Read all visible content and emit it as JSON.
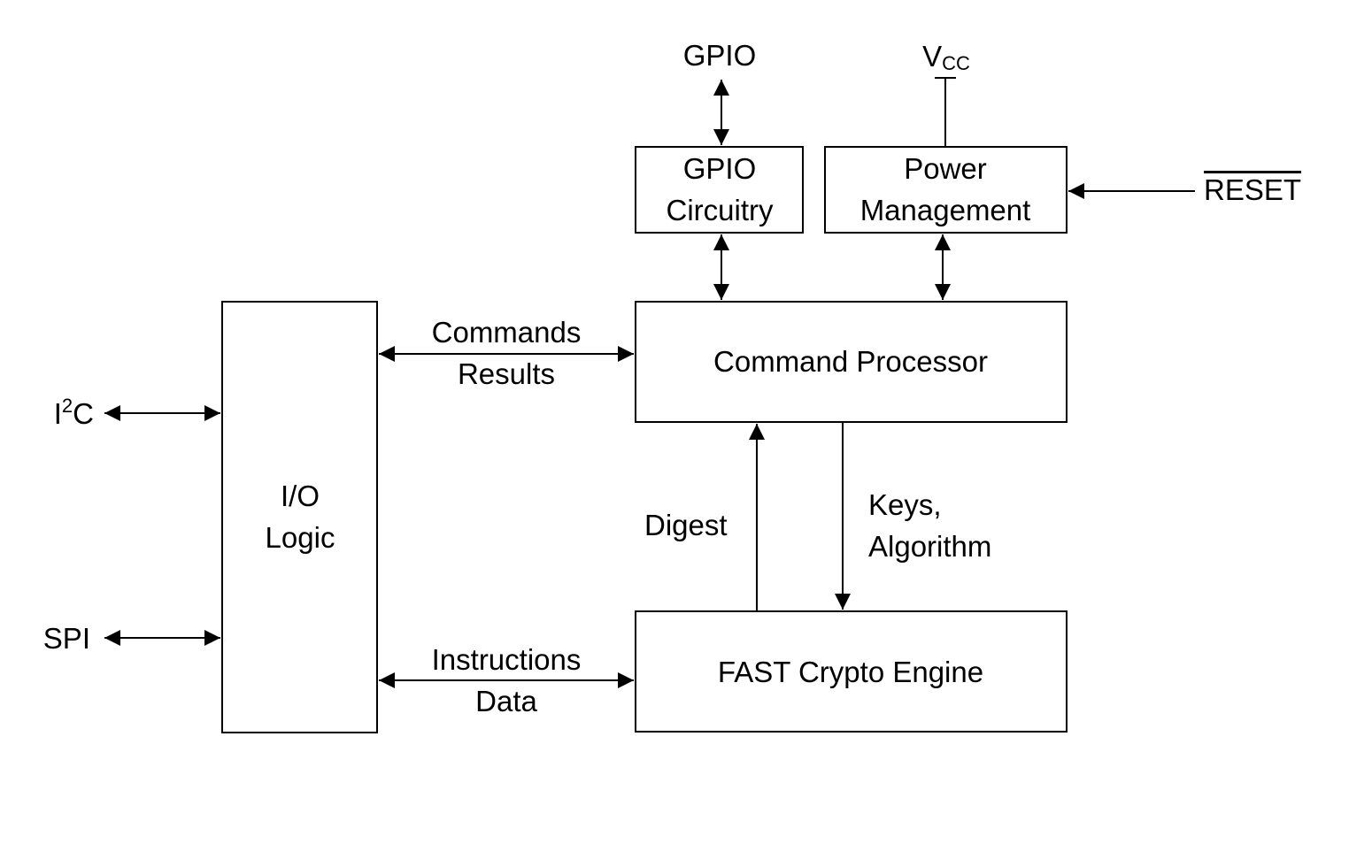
{
  "blocks": {
    "gpio_circuitry": [
      "GPIO",
      "Circuitry"
    ],
    "power_management": [
      "Power",
      "Management"
    ],
    "io_logic": [
      "I/O",
      "Logic"
    ],
    "command_processor": "Command Processor",
    "crypto_engine": "FAST Crypto Engine"
  },
  "signals": {
    "gpio": "GPIO",
    "vcc_main": "V",
    "vcc_sub": "CC",
    "reset": "RESET",
    "i2c_base": "I",
    "i2c_sup": "2",
    "i2c_tail": "C",
    "spi": "SPI"
  },
  "connections": {
    "commands": "Commands",
    "results": "Results",
    "instructions": "Instructions",
    "data": "Data",
    "digest": "Digest",
    "keys": "Keys,",
    "algorithm": "Algorithm"
  }
}
